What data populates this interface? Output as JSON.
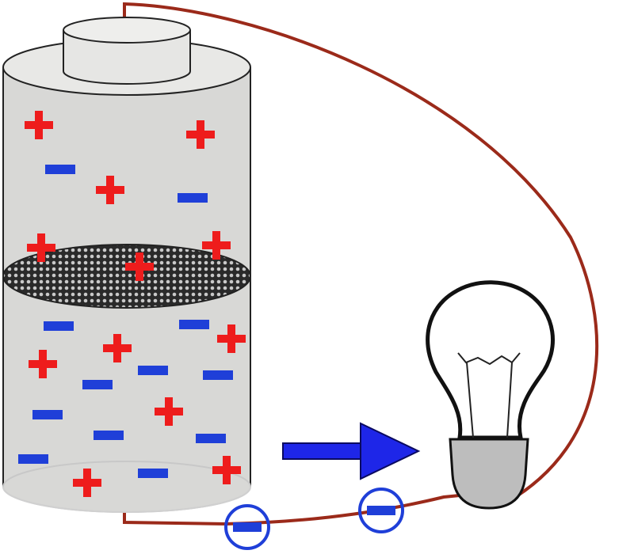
{
  "diagram": {
    "components": [
      {
        "id": "battery",
        "kind": "cylinder-cell"
      },
      {
        "id": "separator",
        "kind": "porous-membrane"
      },
      {
        "id": "bulb",
        "kind": "incandescent-lamp"
      },
      {
        "id": "wire",
        "kind": "conductor"
      },
      {
        "id": "current-arrow",
        "kind": "direction-indicator"
      }
    ],
    "charges": {
      "upper_plus": 6,
      "upper_minus": 2,
      "lower_plus": 6,
      "lower_minus": 10,
      "wire_electrons": 2
    },
    "colors": {
      "positive": "#ee1c1c",
      "negative": "#1f3fd8",
      "wire": "#9b2a1a",
      "arrow": "#1e26e8",
      "battery_fill": "#d8d8d6",
      "bulb_base": "#bdbdbd",
      "outline": "#111111"
    },
    "icons": [
      "plus-icon",
      "minus-icon",
      "electron-icon",
      "right-arrow-icon",
      "light-bulb-icon"
    ]
  }
}
